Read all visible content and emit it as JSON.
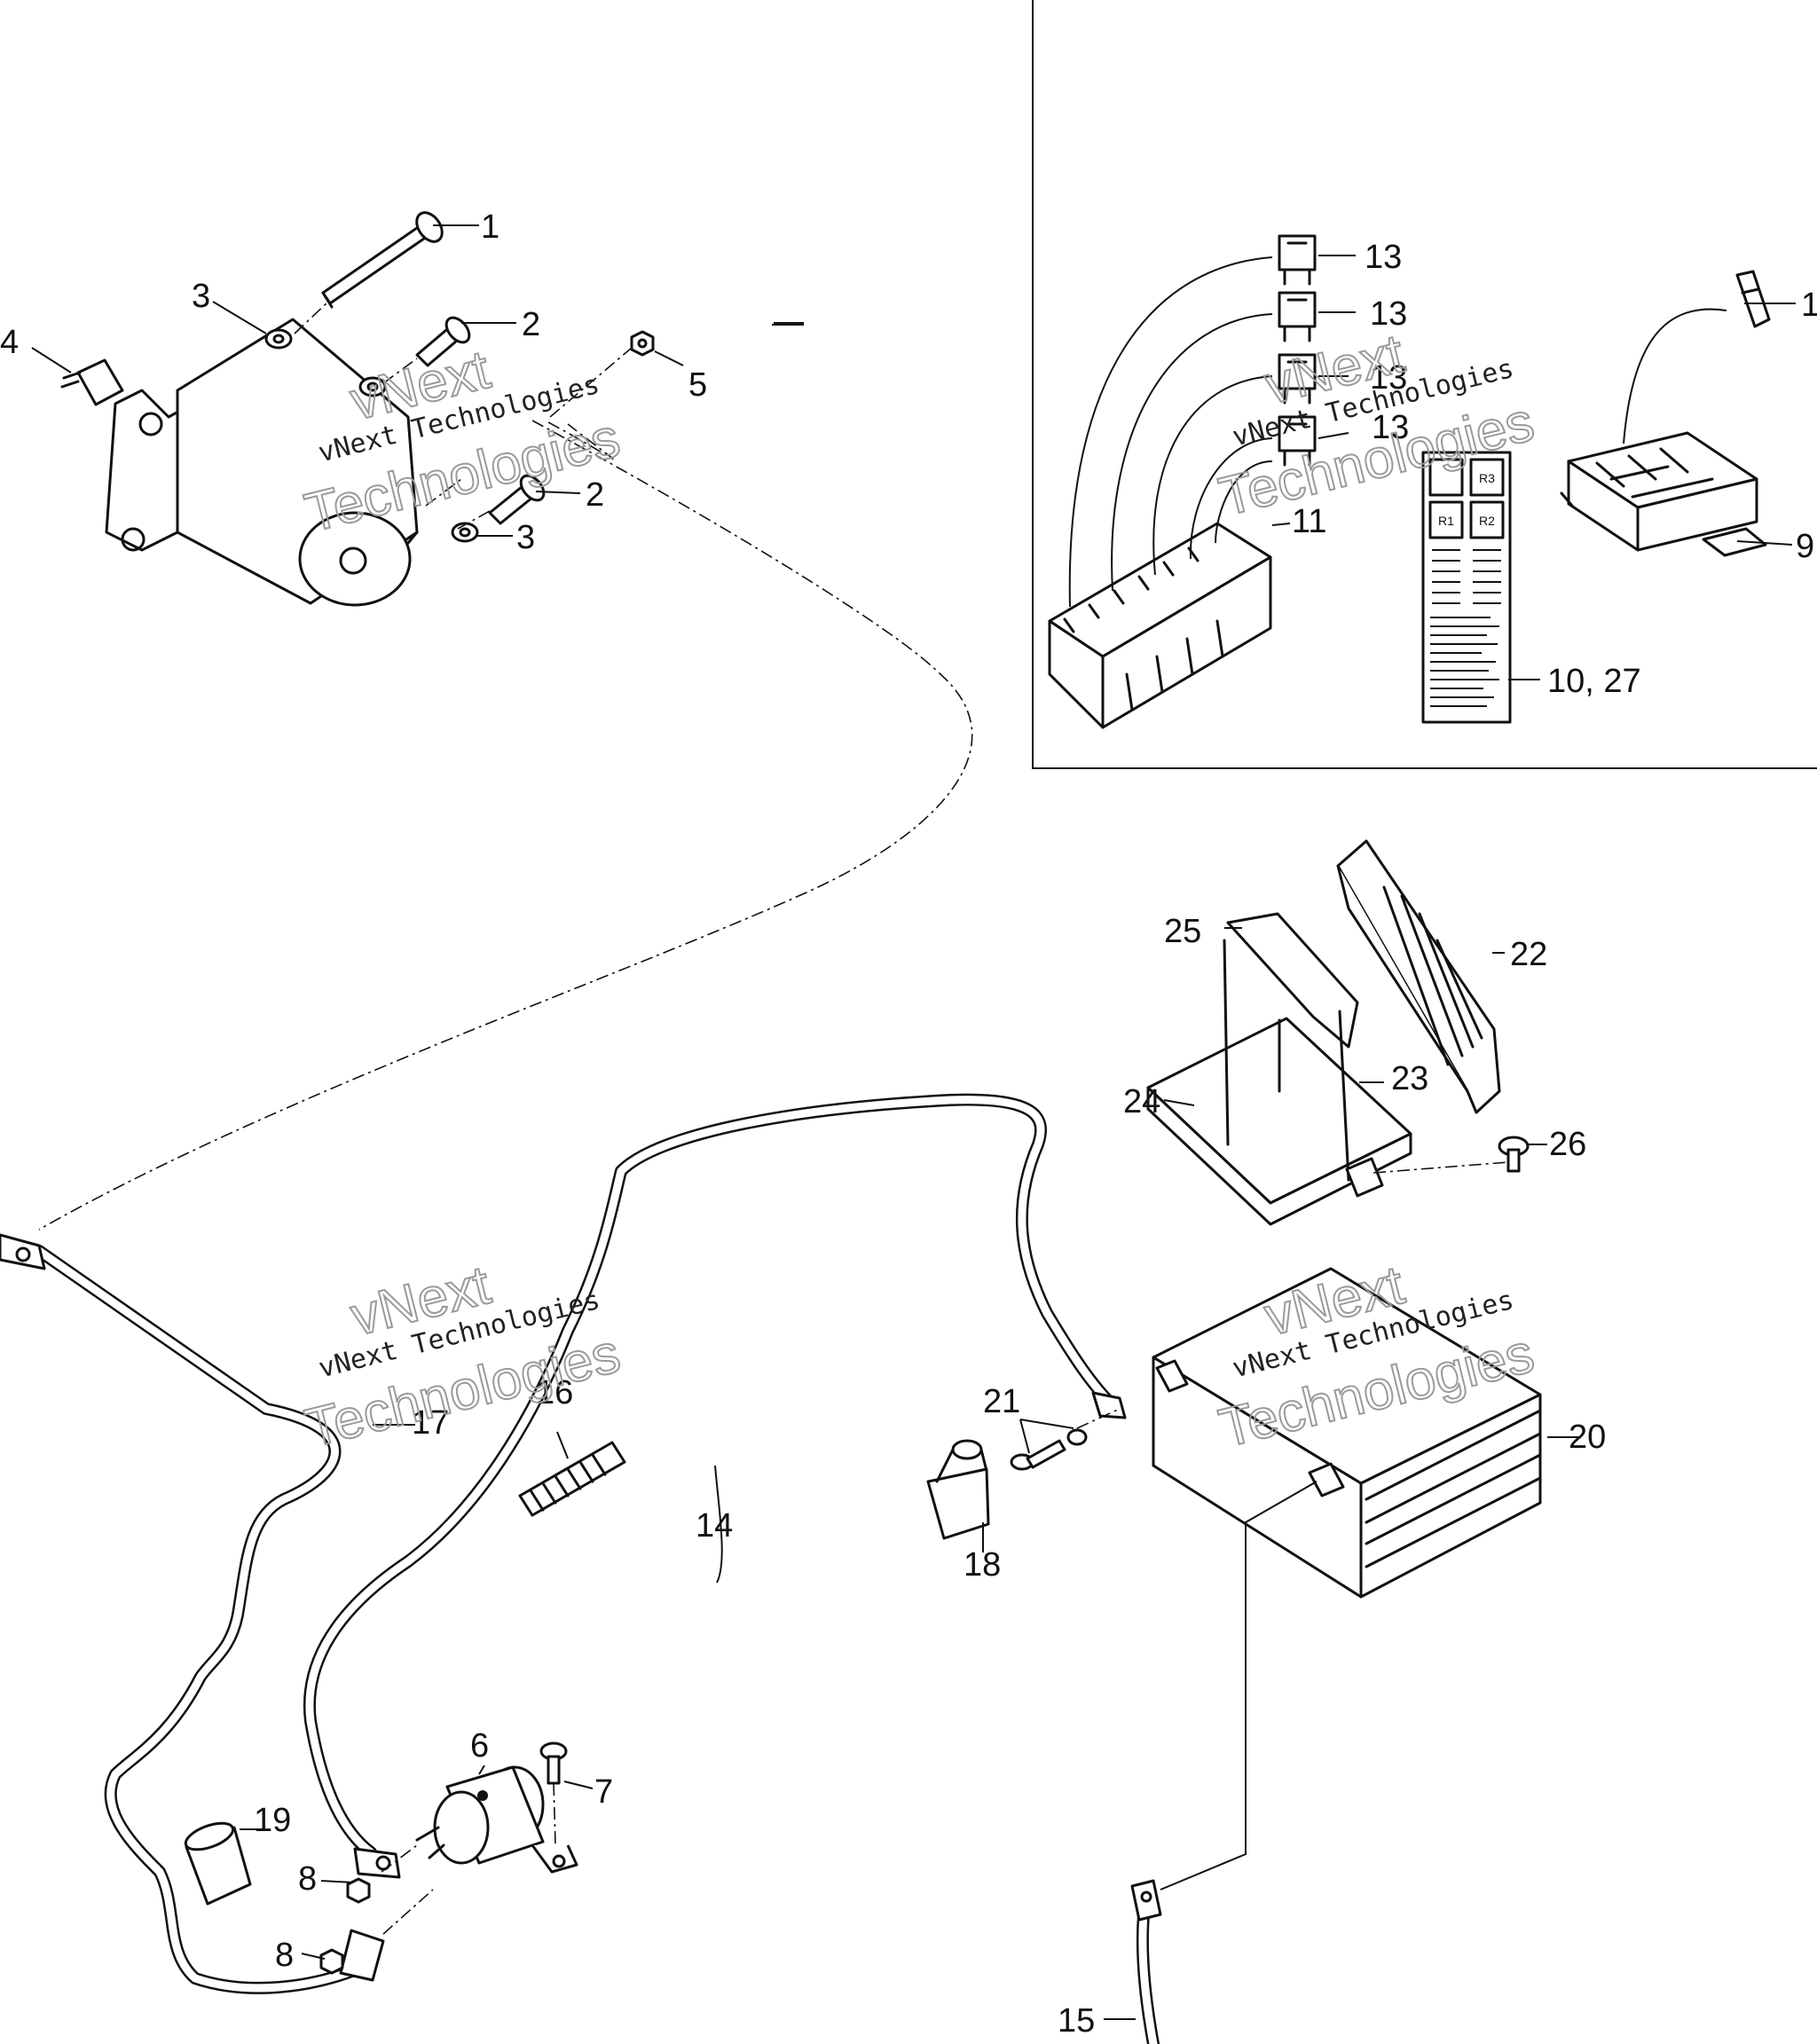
{
  "callouts": {
    "c1": "1",
    "c2a": "2",
    "c2b": "2",
    "c3a": "3",
    "c3b": "3",
    "c4": "4",
    "c5": "5",
    "c6": "6",
    "c7": "7",
    "c8a": "8",
    "c8b": "8",
    "c9": "9",
    "c1010": "10, 27",
    "c11": "11",
    "c12": "1",
    "c13a": "13",
    "c13b": "13",
    "c13c": "13",
    "c13d": "13",
    "c14": "14",
    "c15": "15",
    "c16": "16",
    "c17": "17",
    "c18": "18",
    "c19": "19",
    "c20": "20",
    "c21": "21",
    "c22": "22",
    "c23": "23",
    "c24": "24",
    "c25": "25",
    "c26": "26"
  },
  "relay_labels": {
    "r1": "R1",
    "r2": "R2",
    "r3": "R3"
  },
  "watermark": {
    "line1": "vNext",
    "line2": "Technologies",
    "mono": "vNext Technologies"
  }
}
